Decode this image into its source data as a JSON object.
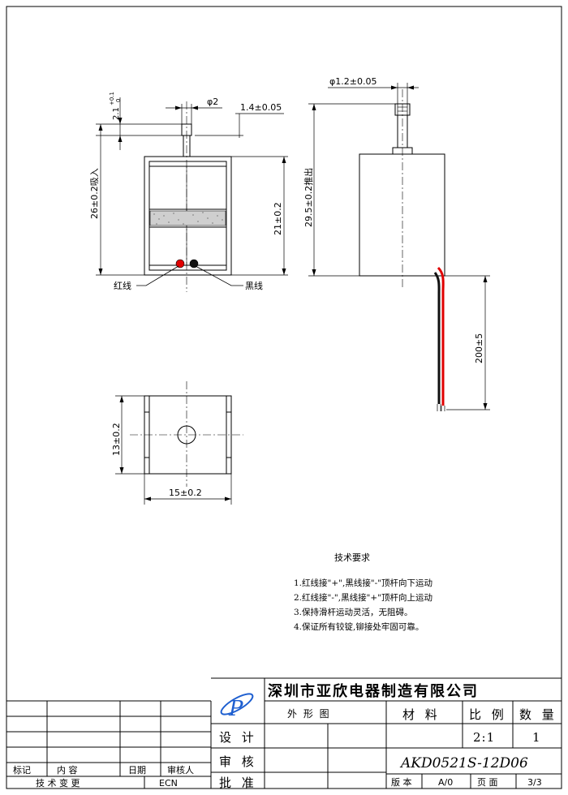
{
  "dims": {
    "stroke_dia": "φ2",
    "top_len": "1.4±0.05",
    "tol_upper": "+0.1",
    "tol_lower": "0",
    "tol_base": "2.1",
    "height_pull": "26±0.2吸入",
    "body_h": "21±0.2",
    "side_dia": "φ1.2±0.05",
    "height_push": "29.5±0.2推出",
    "wire_len": "200±5",
    "bottom_h": "13±0.2",
    "bottom_w": "15±0.2"
  },
  "labels": {
    "red_wire": "红线",
    "black_wire": "黑线"
  },
  "notes": {
    "title": "技术要求",
    "items": [
      "1.红线接\"+\",黑线接\"-\"顶杆向下运动",
      "2.红线接\"-\",黑线接\"+\"顶杆向上运动",
      "3.保持滑杆运动灵活，无阻碍。",
      "4.保证所有铰锭,铆接处牢固可靠。"
    ]
  },
  "title_block": {
    "company": "深圳市亚欣电器制造有限公司",
    "drawing_name": "外 形 图",
    "material_label": "材 料",
    "scale_label": "比 例",
    "qty_label": "数 量",
    "design_label": "设 计",
    "review_label": "审 核",
    "approve_label": "批 准",
    "scale_value": "2:1",
    "qty_value": "1",
    "model": "AKD0521S-12D06",
    "version_label": "版 本",
    "version_value": "A/0",
    "page_label": "页 面",
    "page_value": "3/3",
    "rev_mark": "标记",
    "rev_content": "内    容",
    "rev_date": "日期",
    "rev_reviewer": "审核人",
    "tech_change": "技  术  变  更",
    "ecn": "ECN"
  },
  "colors": {
    "line": "#000000",
    "red_wire": "#e00000",
    "black_wire": "#111111",
    "logo_blue": "#1e5fd0"
  }
}
